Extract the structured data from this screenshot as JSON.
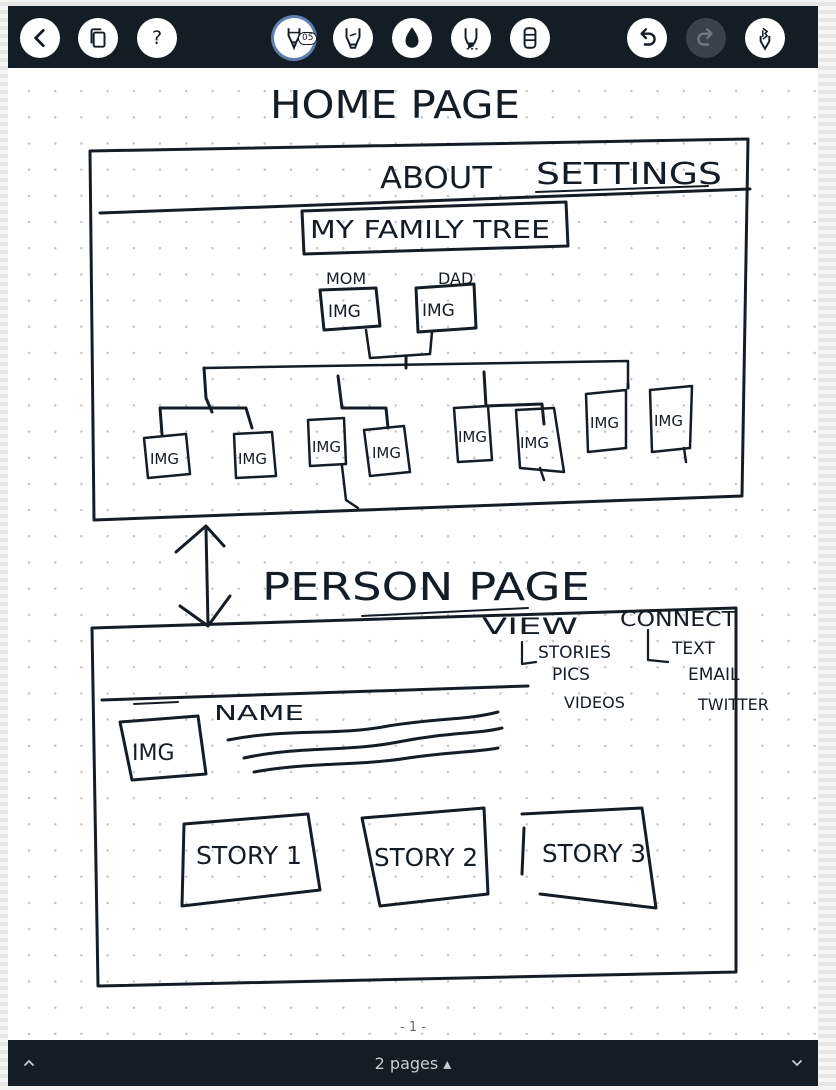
{
  "toolbar": {
    "back_icon": "chevron-left-icon",
    "pages_icon": "copy-icon",
    "help_label": "?",
    "pen_size_badge": "05",
    "tools": [
      "fineliner-pen-icon",
      "marker-pen-icon",
      "ink-drop-icon",
      "highlighter-icon",
      "eraser-icon"
    ],
    "undo_icon": "undo-icon",
    "redo_icon": "redo-icon",
    "stylus_icon": "bluetooth-stylus-icon"
  },
  "sketch": {
    "home_title": "HOME PAGE",
    "nav_about": "ABOUT",
    "nav_settings": "SETTINGS",
    "tree_title": "MY FAMILY TREE",
    "mom_label": "MOM",
    "dad_label": "DAD",
    "img_label": "IMG",
    "person_title": "PERSON PAGE",
    "view_label": "VIEW",
    "connect_label": "CONNECT",
    "view_items": [
      "STORIES",
      "PICS",
      "VIDEOS"
    ],
    "connect_items": [
      "TEXT",
      "EMAIL",
      "TWITTER"
    ],
    "name_label": "NAME",
    "stories": [
      "STORY 1",
      "STORY 2",
      "STORY 3"
    ]
  },
  "page_number": "- 1 -",
  "bottom": {
    "pages_label": "2 pages ▴"
  },
  "colors": {
    "toolbar_bg": "#141c26",
    "ink": "#141c26",
    "page_bg": "#ffffff",
    "dot_grid": "#c6c6c6"
  }
}
